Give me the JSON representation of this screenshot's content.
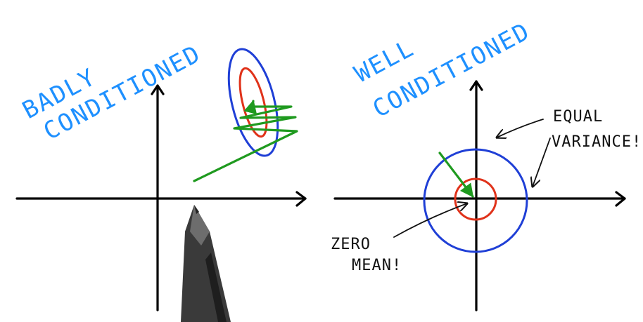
{
  "left_panel": {
    "title_line1": "BADLY",
    "title_line2": "CONDITIONED"
  },
  "right_panel": {
    "title_line1": "WELL",
    "title_line2": "CONDITIONED",
    "annotation_equal_line1": "EQUAL",
    "annotation_equal_line2": "VARIANCE!",
    "annotation_zero_line1": "ZERO",
    "annotation_zero_line2": "MEAN!"
  },
  "colors": {
    "title_text": "#1e90ff",
    "axes": "#000000",
    "outer_distribution": "#1f3fd6",
    "inner_distribution": "#e0321a",
    "optimization_path": "#1f9a1f",
    "annotation_text": "#111111"
  }
}
